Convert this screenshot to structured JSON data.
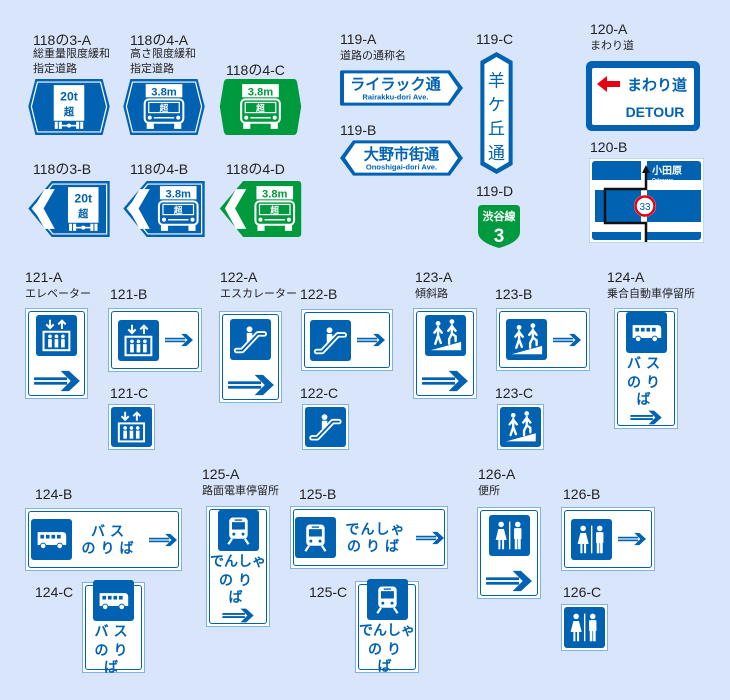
{
  "colors": {
    "background": "#d9e5fb",
    "blue": "#0062b1",
    "green": "#009a3e",
    "red": "#e60012"
  },
  "s118_3a": {
    "code": "118の3-A",
    "sub1": "総重量限度緩和",
    "sub2": "指定道路",
    "weight": "20t",
    "chou": "超"
  },
  "s118_4a": {
    "code": "118の4-A",
    "sub1": "高さ限度緩和",
    "sub2": "指定道路",
    "height": "3.8m",
    "chou": "超"
  },
  "s118_4c": {
    "code": "118の4-C",
    "height": "3.8m",
    "chou": "超"
  },
  "s118_3b": {
    "code": "118の3-B",
    "weight": "20t",
    "chou": "超"
  },
  "s118_4b": {
    "code": "118の4-B",
    "height": "3.8m",
    "chou": "超"
  },
  "s118_4d": {
    "code": "118の4-D",
    "height": "3.8m",
    "chou": "超"
  },
  "s119a": {
    "code": "119-A",
    "sub": "道路の通称名",
    "name": "ライラック通",
    "roman": "Rairakku-dori Ave."
  },
  "s119b": {
    "code": "119-B",
    "name": "大野市街通",
    "roman": "Onoshigai-dori Ave."
  },
  "s119c": {
    "code": "119-C",
    "chars": [
      "羊",
      "ケ",
      "丘",
      "通"
    ]
  },
  "s119d": {
    "code": "119-D",
    "route": "渋谷線",
    "number": "3"
  },
  "s120a": {
    "code": "120-A",
    "sub": "まわり道",
    "jp": "まわり道",
    "en": "DETOUR"
  },
  "s120b": {
    "code": "120-B",
    "dest": "小田原",
    "dest_roman": "Odawara",
    "limit": "33"
  },
  "s121a": {
    "code": "121-A",
    "sub": "エレベーター"
  },
  "s121b": {
    "code": "121-B"
  },
  "s121c": {
    "code": "121-C"
  },
  "s122a": {
    "code": "122-A",
    "sub": "エスカレーター"
  },
  "s122b": {
    "code": "122-B"
  },
  "s122c": {
    "code": "122-C"
  },
  "s123a": {
    "code": "123-A",
    "sub": "傾斜路"
  },
  "s123b": {
    "code": "123-B"
  },
  "s123c": {
    "code": "123-C"
  },
  "s124a": {
    "code": "124-A",
    "sub": "乗合自動車停留所",
    "line1": "バス",
    "line2": "のりば"
  },
  "s124b": {
    "code": "124-B",
    "line1": "バス",
    "line2": "のりば"
  },
  "s124c": {
    "code": "124-C",
    "line1": "バス",
    "line2": "のりば"
  },
  "s125a": {
    "code": "125-A",
    "sub": "路面電車停留所",
    "line1": "でんしゃ",
    "line2": "のりば"
  },
  "s125b": {
    "code": "125-B",
    "line1": "でんしゃ",
    "line2": "のりば"
  },
  "s125c": {
    "code": "125-C",
    "line1": "でんしゃ",
    "line2": "のりば"
  },
  "s126a": {
    "code": "126-A",
    "sub": "便所"
  },
  "s126b": {
    "code": "126-B"
  },
  "s126c": {
    "code": "126-C"
  }
}
